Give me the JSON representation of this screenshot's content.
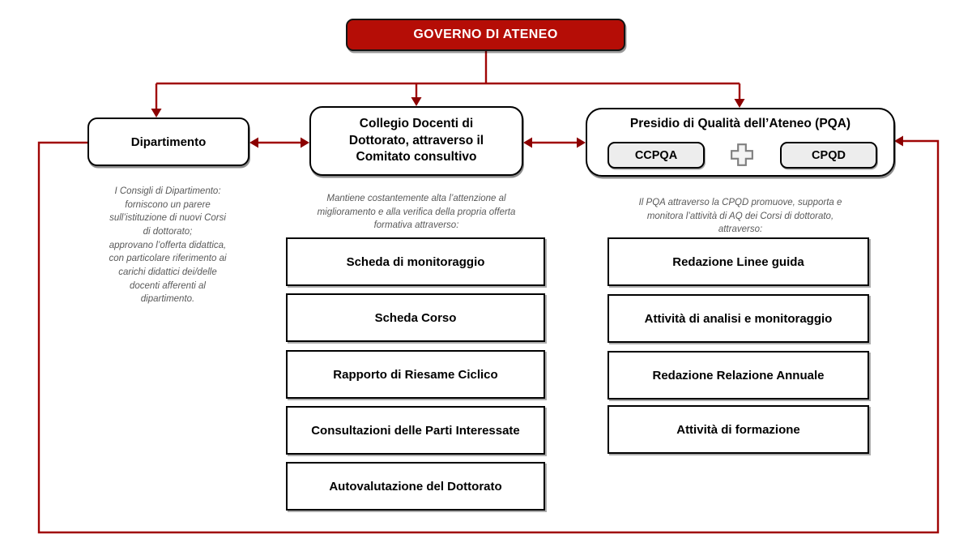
{
  "colors": {
    "root_fill": "#b50d06",
    "line_red": "#a00505",
    "arrow_red": "#8b0000",
    "text_gray": "#595959"
  },
  "root": {
    "label": "GOVERNO DI ATENEO"
  },
  "columns": {
    "dipartimento": {
      "title": "Dipartimento",
      "description": "I Consigli di Dipartimento:\nforniscono un parere\nsull’istituzione di nuovi Corsi\ndi dottorato;\napprovano l’offerta didattica,\ncon particolare riferimento ai\ncarichi didattici dei/delle\ndocenti afferenti al\ndipartimento."
    },
    "collegio": {
      "title": "Collegio Docenti di\nDottorato, attraverso il\nComitato consultivo",
      "description": "Mantiene costantemente alta l’attenzione al\nmiglioramento e alla verifica della propria offerta\nformativa attraverso:",
      "items": [
        "Scheda di monitoraggio",
        "Scheda Corso",
        "Rapporto di Riesame Ciclico",
        "Consultazioni delle Parti Interessate",
        "Autovalutazione del Dottorato"
      ]
    },
    "pqa": {
      "title": "Presidio di Qualità dell’Ateneo (PQA)",
      "sub_boxes": [
        "CCPQA",
        "CPQD"
      ],
      "plus_icon": "plus-icon",
      "description": "Il PQA attraverso la CPQD promuove, supporta e\nmonitora l’attività di AQ dei Corsi di dottorato,\nattraverso:",
      "items": [
        "Redazione Linee guida",
        "Attività di analisi e monitoraggio",
        "Redazione Relazione Annuale",
        "Attività di formazione"
      ]
    }
  }
}
